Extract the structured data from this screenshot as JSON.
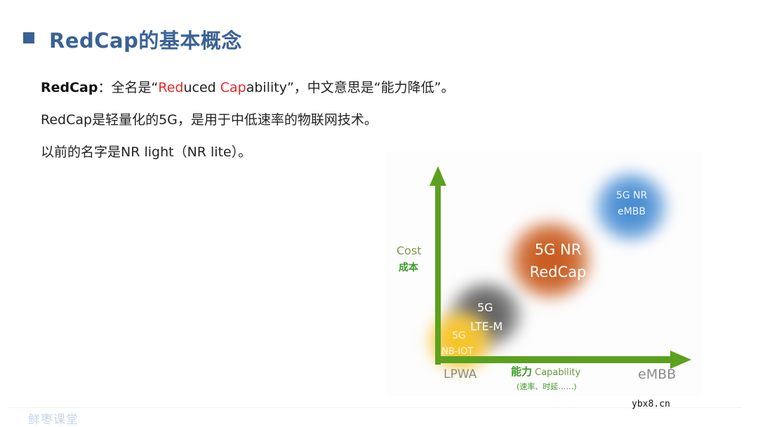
{
  "slide": {
    "title": "RedCap的基本概念",
    "title_color": "#3a6296",
    "lines": [
      {
        "term": "RedCap",
        "sep": "：",
        "text1": "全名是“",
        "red1": "Red",
        "text2": "uced ",
        "red2": "Cap",
        "text3": "ability”，中文意思是“能力降低”。"
      },
      {
        "text": "RedCap是轻量化的5G，是用于中低速率的物联网技术。"
      },
      {
        "text": "以前的名字是NR light（NR lite）。"
      }
    ],
    "highlight_color": "#e8262a"
  },
  "diagram": {
    "y_axis": {
      "label_en": "Cost",
      "label_zh": "成本"
    },
    "x_axis": {
      "label_zh": "能力",
      "label_en": "Capability",
      "sublabel": "(速率、时延……)",
      "left_end": "LPWA",
      "right_end": "eMBB"
    },
    "axis_color": "#5ba11f",
    "nodes": [
      {
        "id": "nbiot",
        "line1": "5G",
        "line2": "NB-IOT",
        "color": "#f7c21a"
      },
      {
        "id": "ltem",
        "line1": "5G",
        "line2": "LTE-M",
        "color": "#5b5b5b"
      },
      {
        "id": "redcap",
        "line1": "5G NR",
        "line2": "RedCap",
        "color": "#c8561a"
      },
      {
        "id": "embb",
        "line1": "5G NR",
        "line2": "eMBB",
        "color": "#3f86cf"
      }
    ]
  },
  "footer": {
    "brand": "鲜枣课堂",
    "watermark": "ybx8.cn"
  }
}
